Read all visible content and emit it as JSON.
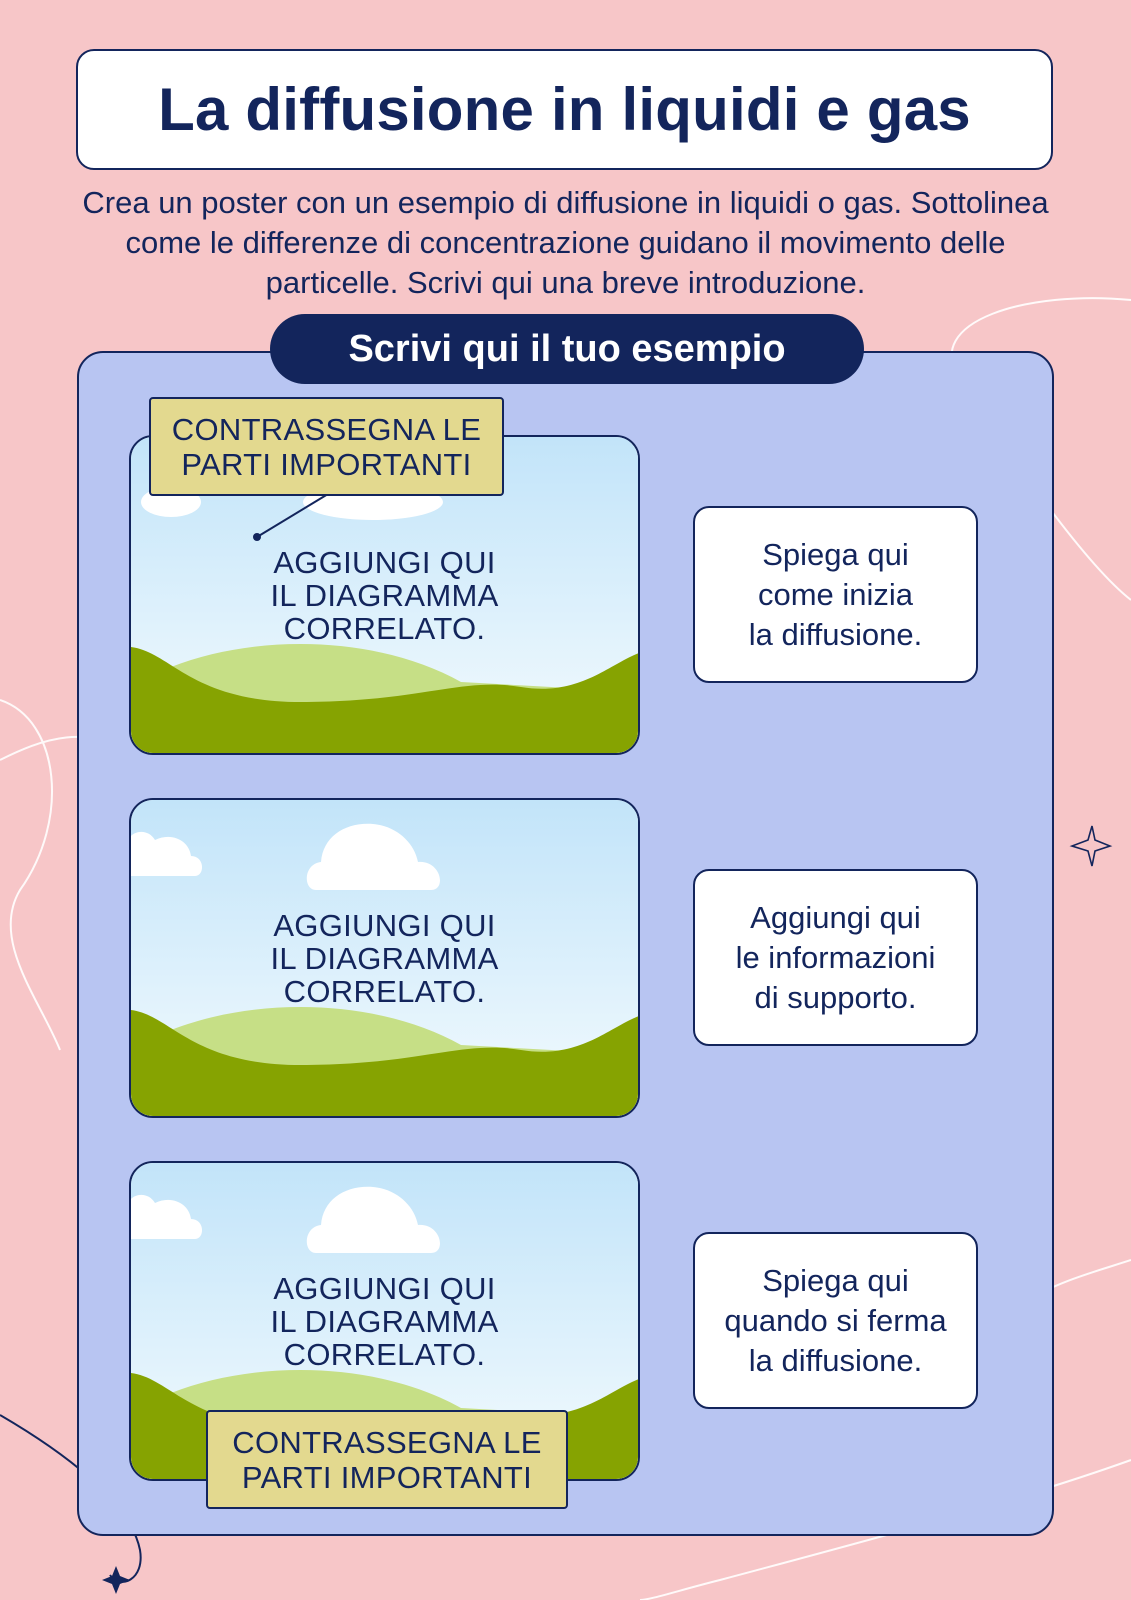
{
  "title": "La diffusione in liquidi e gas",
  "intro": "Crea un poster con un esempio di diffusione in liquidi o gas. Sottolinea come le differenze di concentrazione guidano il movimento delle particelle. Scrivi qui una breve introduzione.",
  "section_heading": "Scrivi qui il tuo esempio",
  "diagrams": [
    {
      "placeholder": "AGGIUNGI QUI\nIL DIAGRAMMA\nCORRELATO."
    },
    {
      "placeholder": "AGGIUNGI QUI\nIL DIAGRAMMA\nCORRELATO."
    },
    {
      "placeholder": "AGGIUNGI QUI\nIL DIAGRAMMA\nCORRELATO."
    }
  ],
  "info_cards": [
    {
      "text": "Spiega qui\ncome inizia\nla diffusione."
    },
    {
      "text": "Aggiungi qui\nle informazioni\ndi supporto."
    },
    {
      "text": "Spiega qui\nquando si ferma\nla diffusione."
    }
  ],
  "labels": [
    {
      "text": "CONTRASSEGNA LE\nPARTI IMPORTANTI"
    },
    {
      "text": "CONTRASSEGNA LE\nPARTI IMPORTANTI"
    }
  ],
  "colors": {
    "background": "#f7c6c8",
    "navy": "#13255c",
    "panel": "#b8c5f2",
    "label": "#e3d98f",
    "grass_dark": "#86a301",
    "grass_light": "#c6df86",
    "sky_top": "#c2e4f9"
  }
}
